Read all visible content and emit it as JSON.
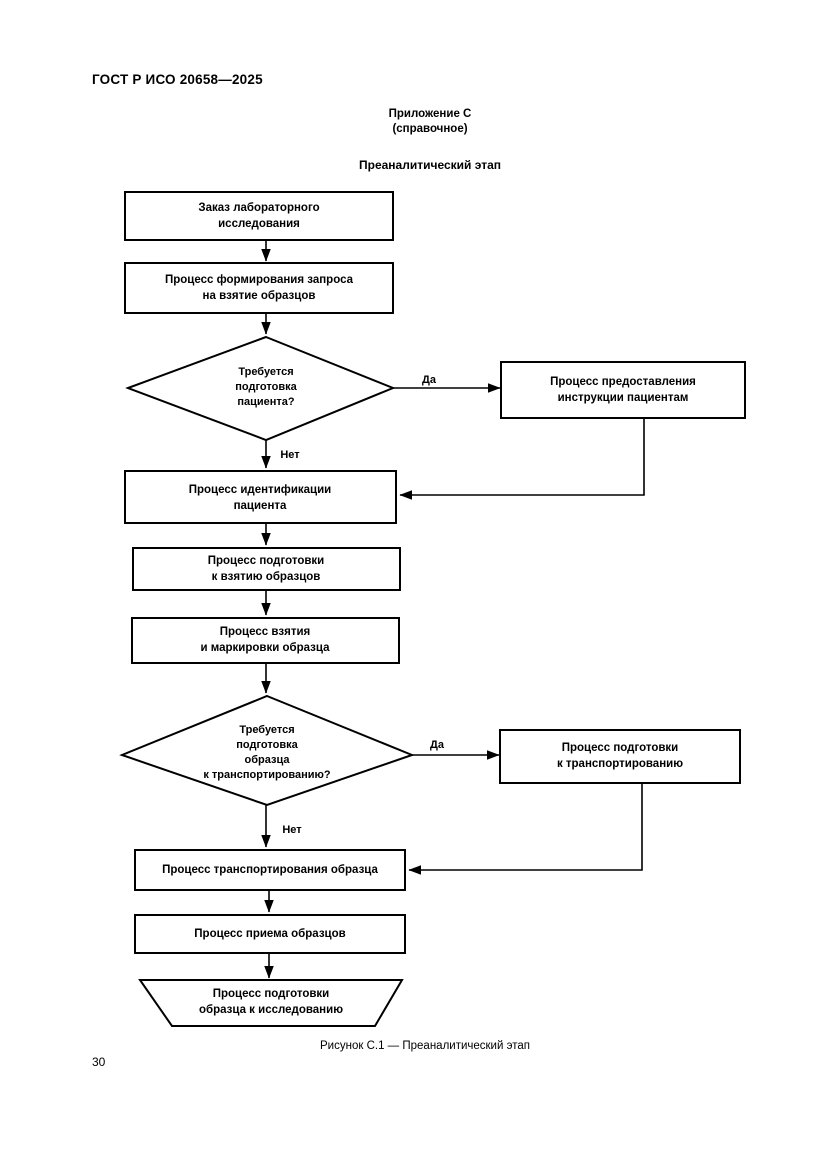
{
  "document": {
    "header": "ГОСТ Р ИСО 20658—2025",
    "page_number": "30"
  },
  "annex": {
    "label": "Приложение С",
    "kind": "(справочное)",
    "title": "Преаналитический этап"
  },
  "figure": {
    "caption": "Рисунок С.1 — Преаналитический этап"
  },
  "flowchart": {
    "nodes": {
      "order": {
        "line1": "Заказ лабораторного",
        "line2": "исследования"
      },
      "request": {
        "line1": "Процесс формирования запроса",
        "line2": "на взятие образцов"
      },
      "decision_patient": {
        "line1": "Требуется",
        "line2": "подготовка",
        "line3": "пациента?"
      },
      "instructions": {
        "line1": "Процесс предоставления",
        "line2": "инструкции пациентам"
      },
      "identification": {
        "line1": "Процесс идентификации",
        "line2": "пациента"
      },
      "prepare_collect": {
        "line1": "Процесс подготовки",
        "line2": "к взятию образцов"
      },
      "collect_label": {
        "line1": "Процесс взятия",
        "line2": "и маркировки образца"
      },
      "decision_transport": {
        "line1": "Требуется",
        "line2": "подготовка",
        "line3": "образца",
        "line4": "к транспортированию?"
      },
      "prepare_transport": {
        "line1": "Процесс подготовки",
        "line2": "к транспортированию"
      },
      "transport": {
        "line1": "Процесс транспортирования образца"
      },
      "receive": {
        "line1": "Процесс приема образцов"
      },
      "prepare_analysis": {
        "line1": "Процесс подготовки",
        "line2": "образца к исследованию"
      }
    },
    "branch_labels": {
      "yes_patient": "Да",
      "no_patient": "Нет",
      "yes_transport": "Да",
      "no_transport": "Нет"
    }
  },
  "colors": {
    "ink": "#000000",
    "paper": "#ffffff"
  }
}
